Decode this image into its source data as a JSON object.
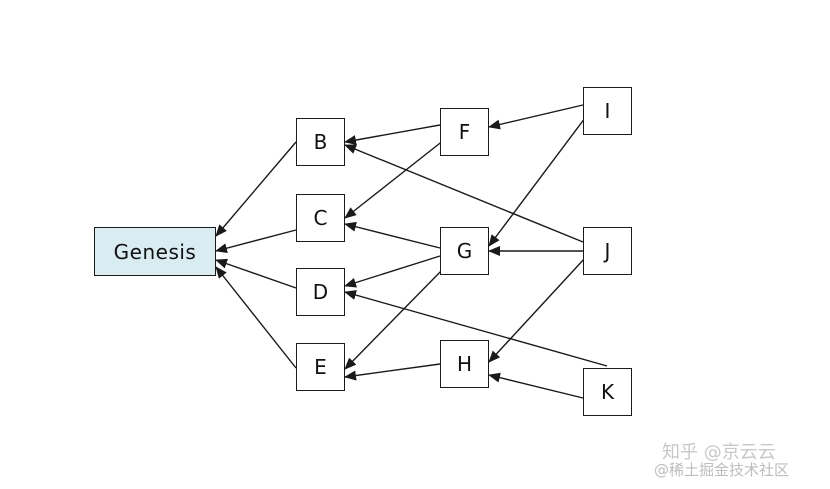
{
  "diagram": {
    "nodes": [
      {
        "id": "Genesis",
        "label": "Genesis",
        "fill": "#d9ecf2"
      },
      {
        "id": "B",
        "label": "B"
      },
      {
        "id": "C",
        "label": "C"
      },
      {
        "id": "D",
        "label": "D"
      },
      {
        "id": "E",
        "label": "E"
      },
      {
        "id": "F",
        "label": "F"
      },
      {
        "id": "G",
        "label": "G"
      },
      {
        "id": "H",
        "label": "H"
      },
      {
        "id": "I",
        "label": "I"
      },
      {
        "id": "J",
        "label": "J"
      },
      {
        "id": "K",
        "label": "K"
      }
    ],
    "edges": [
      {
        "from": "B",
        "to": "Genesis"
      },
      {
        "from": "C",
        "to": "Genesis"
      },
      {
        "from": "D",
        "to": "Genesis"
      },
      {
        "from": "E",
        "to": "Genesis"
      },
      {
        "from": "F",
        "to": "B"
      },
      {
        "from": "F",
        "to": "C"
      },
      {
        "from": "G",
        "to": "C"
      },
      {
        "from": "G",
        "to": "D"
      },
      {
        "from": "G",
        "to": "E"
      },
      {
        "from": "H",
        "to": "E"
      },
      {
        "from": "I",
        "to": "F"
      },
      {
        "from": "I",
        "to": "G"
      },
      {
        "from": "J",
        "to": "B"
      },
      {
        "from": "J",
        "to": "G"
      },
      {
        "from": "J",
        "to": "H"
      },
      {
        "from": "K",
        "to": "D"
      },
      {
        "from": "K",
        "to": "H"
      }
    ]
  },
  "watermark": {
    "line1": "知乎 @京云云",
    "line2": "@稀土掘金技术社区"
  },
  "colors": {
    "stroke": "#1a1a1a",
    "genesis_fill": "#d9ecf2",
    "watermark": "#c8c8c8"
  }
}
